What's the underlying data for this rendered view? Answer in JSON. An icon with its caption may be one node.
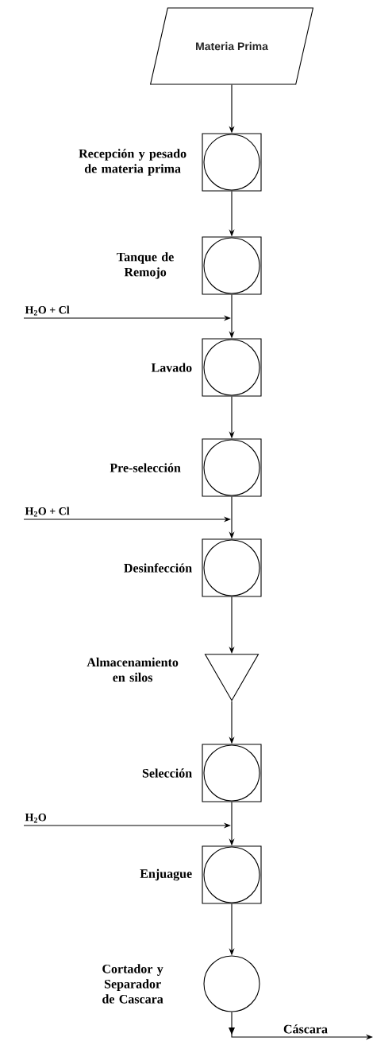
{
  "diagram": {
    "nodes": [
      {
        "text": [
          "Materia Prima"
        ]
      },
      {
        "text": [],
        "shape": "box",
        "beside": [
          "Recepción y pesado de materia prima"
        ]
      },
      {
        "text": [],
        "shape": "box",
        "beside": [
          "Tanque de Remojo"
        ]
      },
      {
        "text": [],
        "shape": "box",
        "beside": [
          "Lavado"
        ]
      },
      {
        "text": [],
        "shape": "box",
        "beside": [
          "Pre-selección"
        ]
      },
      {
        "text": [],
        "shape": "box",
        "beside": [
          "Desinfección"
        ]
      },
      {
        "text": [],
        "shape": "triangle",
        "beside": [
          "Almacenamiento en silos"
        ]
      },
      {
        "text": [],
        "shape": "box",
        "beside": [
          "Selección"
        ]
      },
      {
        "text": [],
        "shape": "box",
        "beside": [
          "Enjuague"
        ]
      },
      {
        "text": [],
        "shape": "circle",
        "beside": [
          "Cortador y Separador de Cascara"
        ]
      }
    ],
    "edges": [
      {
        "from": 0,
        "to": 1,
        "arrow": "to"
      },
      {
        "from": 1,
        "to": 2,
        "arrow": "to"
      },
      {
        "from": 2,
        "to": 3,
        "arrow": "to"
      },
      {
        "from": null,
        "to": 3,
        "arrow": "to",
        "label": "H$_{2}$O + Cl"
      },
      {
        "from": 3,
        "to": 4,
        "arrow": "to"
      },
      {
        "from": 4,
        "to": 5,
        "arrow": "to"
      },
      {
        "from": null,
        "to": 5,
        "arrow": "to",
        "label": "H$_{2}$O + Cl"
      },
      {
        "from": 5,
        "to": 6,
        "arrow": "to"
      },
      {
        "from": 6,
        "to": 7,
        "arrow": "to"
      },
      {
        "from": 7,
        "to": 8,
        "arrow": "to"
      },
      {
        "from": null,
        "to": 8,
        "arrow": "to",
        "label": "H$_{2}$O"
      },
      {
        "from": 8,
        "to": 9,
        "arrow": "to"
      },
      {
        "from": 9,
        "to": null,
        "arrow": "to",
        "label": "Cáscara"
      }
    ]
  }
}
